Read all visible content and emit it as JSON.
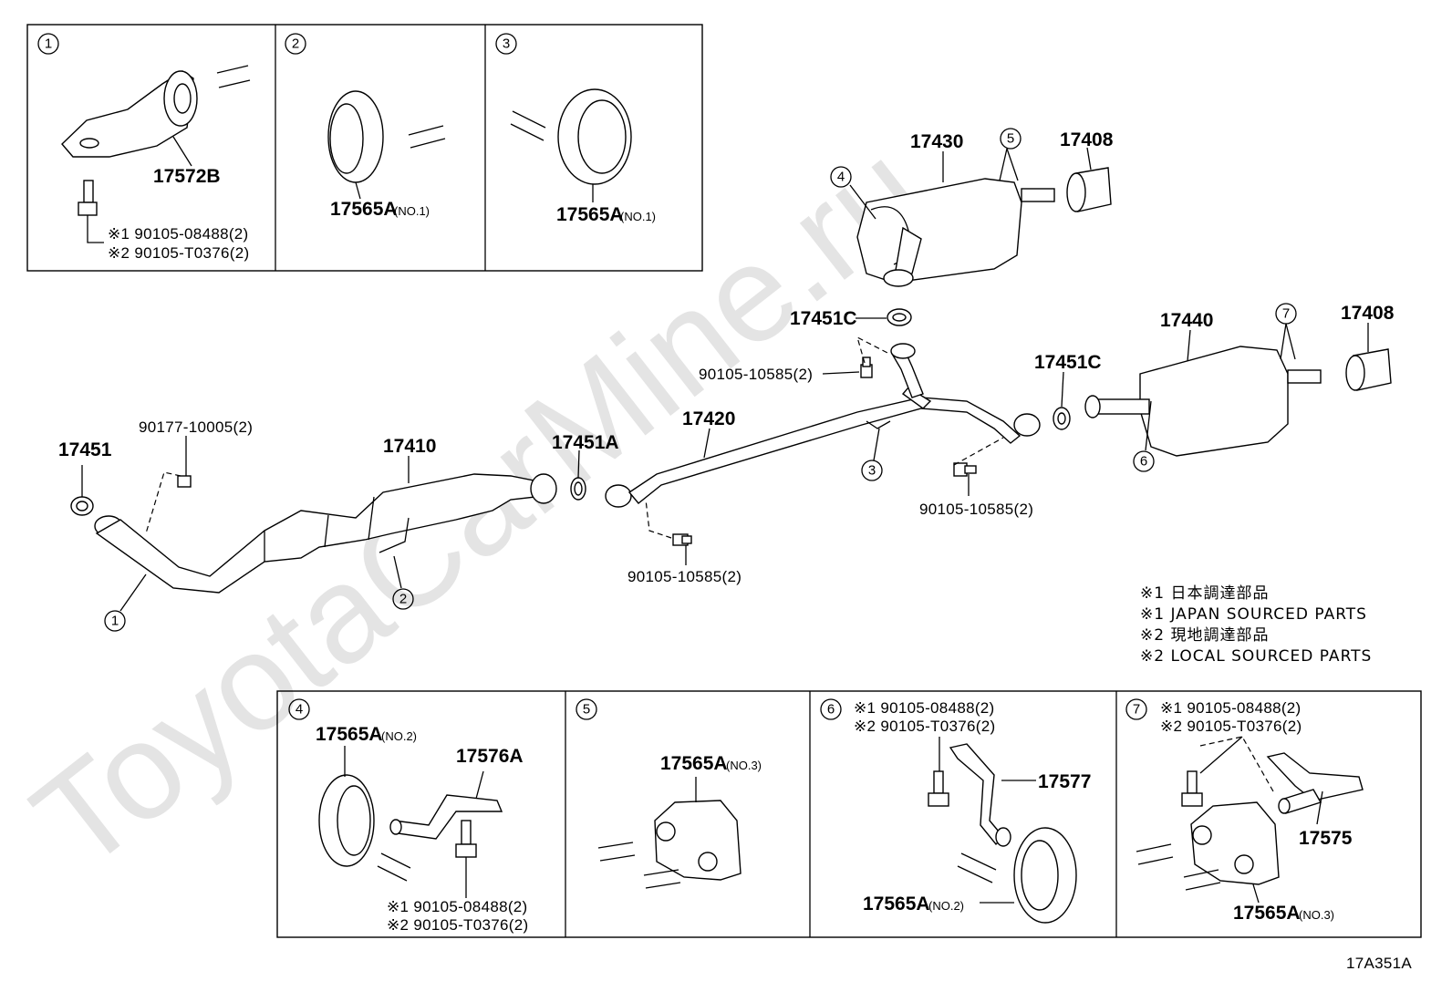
{
  "watermark": "ToyotaCarMine.ru",
  "diagram_code": "17A351A",
  "notes": [
    "※1 日本調達部品",
    "※1 JAPAN SOURCED PARTS",
    "※2 現地調達部品",
    "※2 LOCAL SOURCED PARTS"
  ],
  "boxes": [
    {
      "id": "1",
      "parts": [
        "17572B"
      ],
      "fasteners": [
        "※1 90105-08488(2)",
        "※2 90105-T0376(2)"
      ]
    },
    {
      "id": "2",
      "parts": [
        "17565A"
      ],
      "tags": [
        "(NO.1)"
      ]
    },
    {
      "id": "3",
      "parts": [
        "17565A"
      ],
      "tags": [
        "(NO.1)"
      ]
    },
    {
      "id": "4",
      "parts": [
        "17565A",
        "17576A"
      ],
      "tags": [
        "(NO.2)"
      ],
      "fasteners": [
        "※1 90105-08488(2)",
        "※2 90105-T0376(2)"
      ]
    },
    {
      "id": "5",
      "parts": [
        "17565A"
      ],
      "tags": [
        "(NO.3)"
      ]
    },
    {
      "id": "6",
      "parts": [
        "17577",
        "17565A"
      ],
      "tags": [
        "(NO.2)"
      ],
      "fasteners": [
        "※1 90105-08488(2)",
        "※2 90105-T0376(2)"
      ]
    },
    {
      "id": "7",
      "parts": [
        "17575",
        "17565A"
      ],
      "tags": [
        "(NO.3)"
      ],
      "fasteners": [
        "※1 90105-08488(2)",
        "※2 90105-T0376(2)"
      ]
    }
  ],
  "main": {
    "parts": [
      "17451",
      "17410",
      "17451A",
      "17420",
      "17451C",
      "17451C",
      "17430",
      "17440",
      "17408",
      "17408"
    ],
    "fasteners": [
      "90177-10005(2)",
      "90105-10585(2)",
      "90105-10585(2)",
      "90105-10585(2)"
    ],
    "callouts": [
      "1",
      "2",
      "3",
      "4",
      "5",
      "6",
      "7"
    ]
  }
}
